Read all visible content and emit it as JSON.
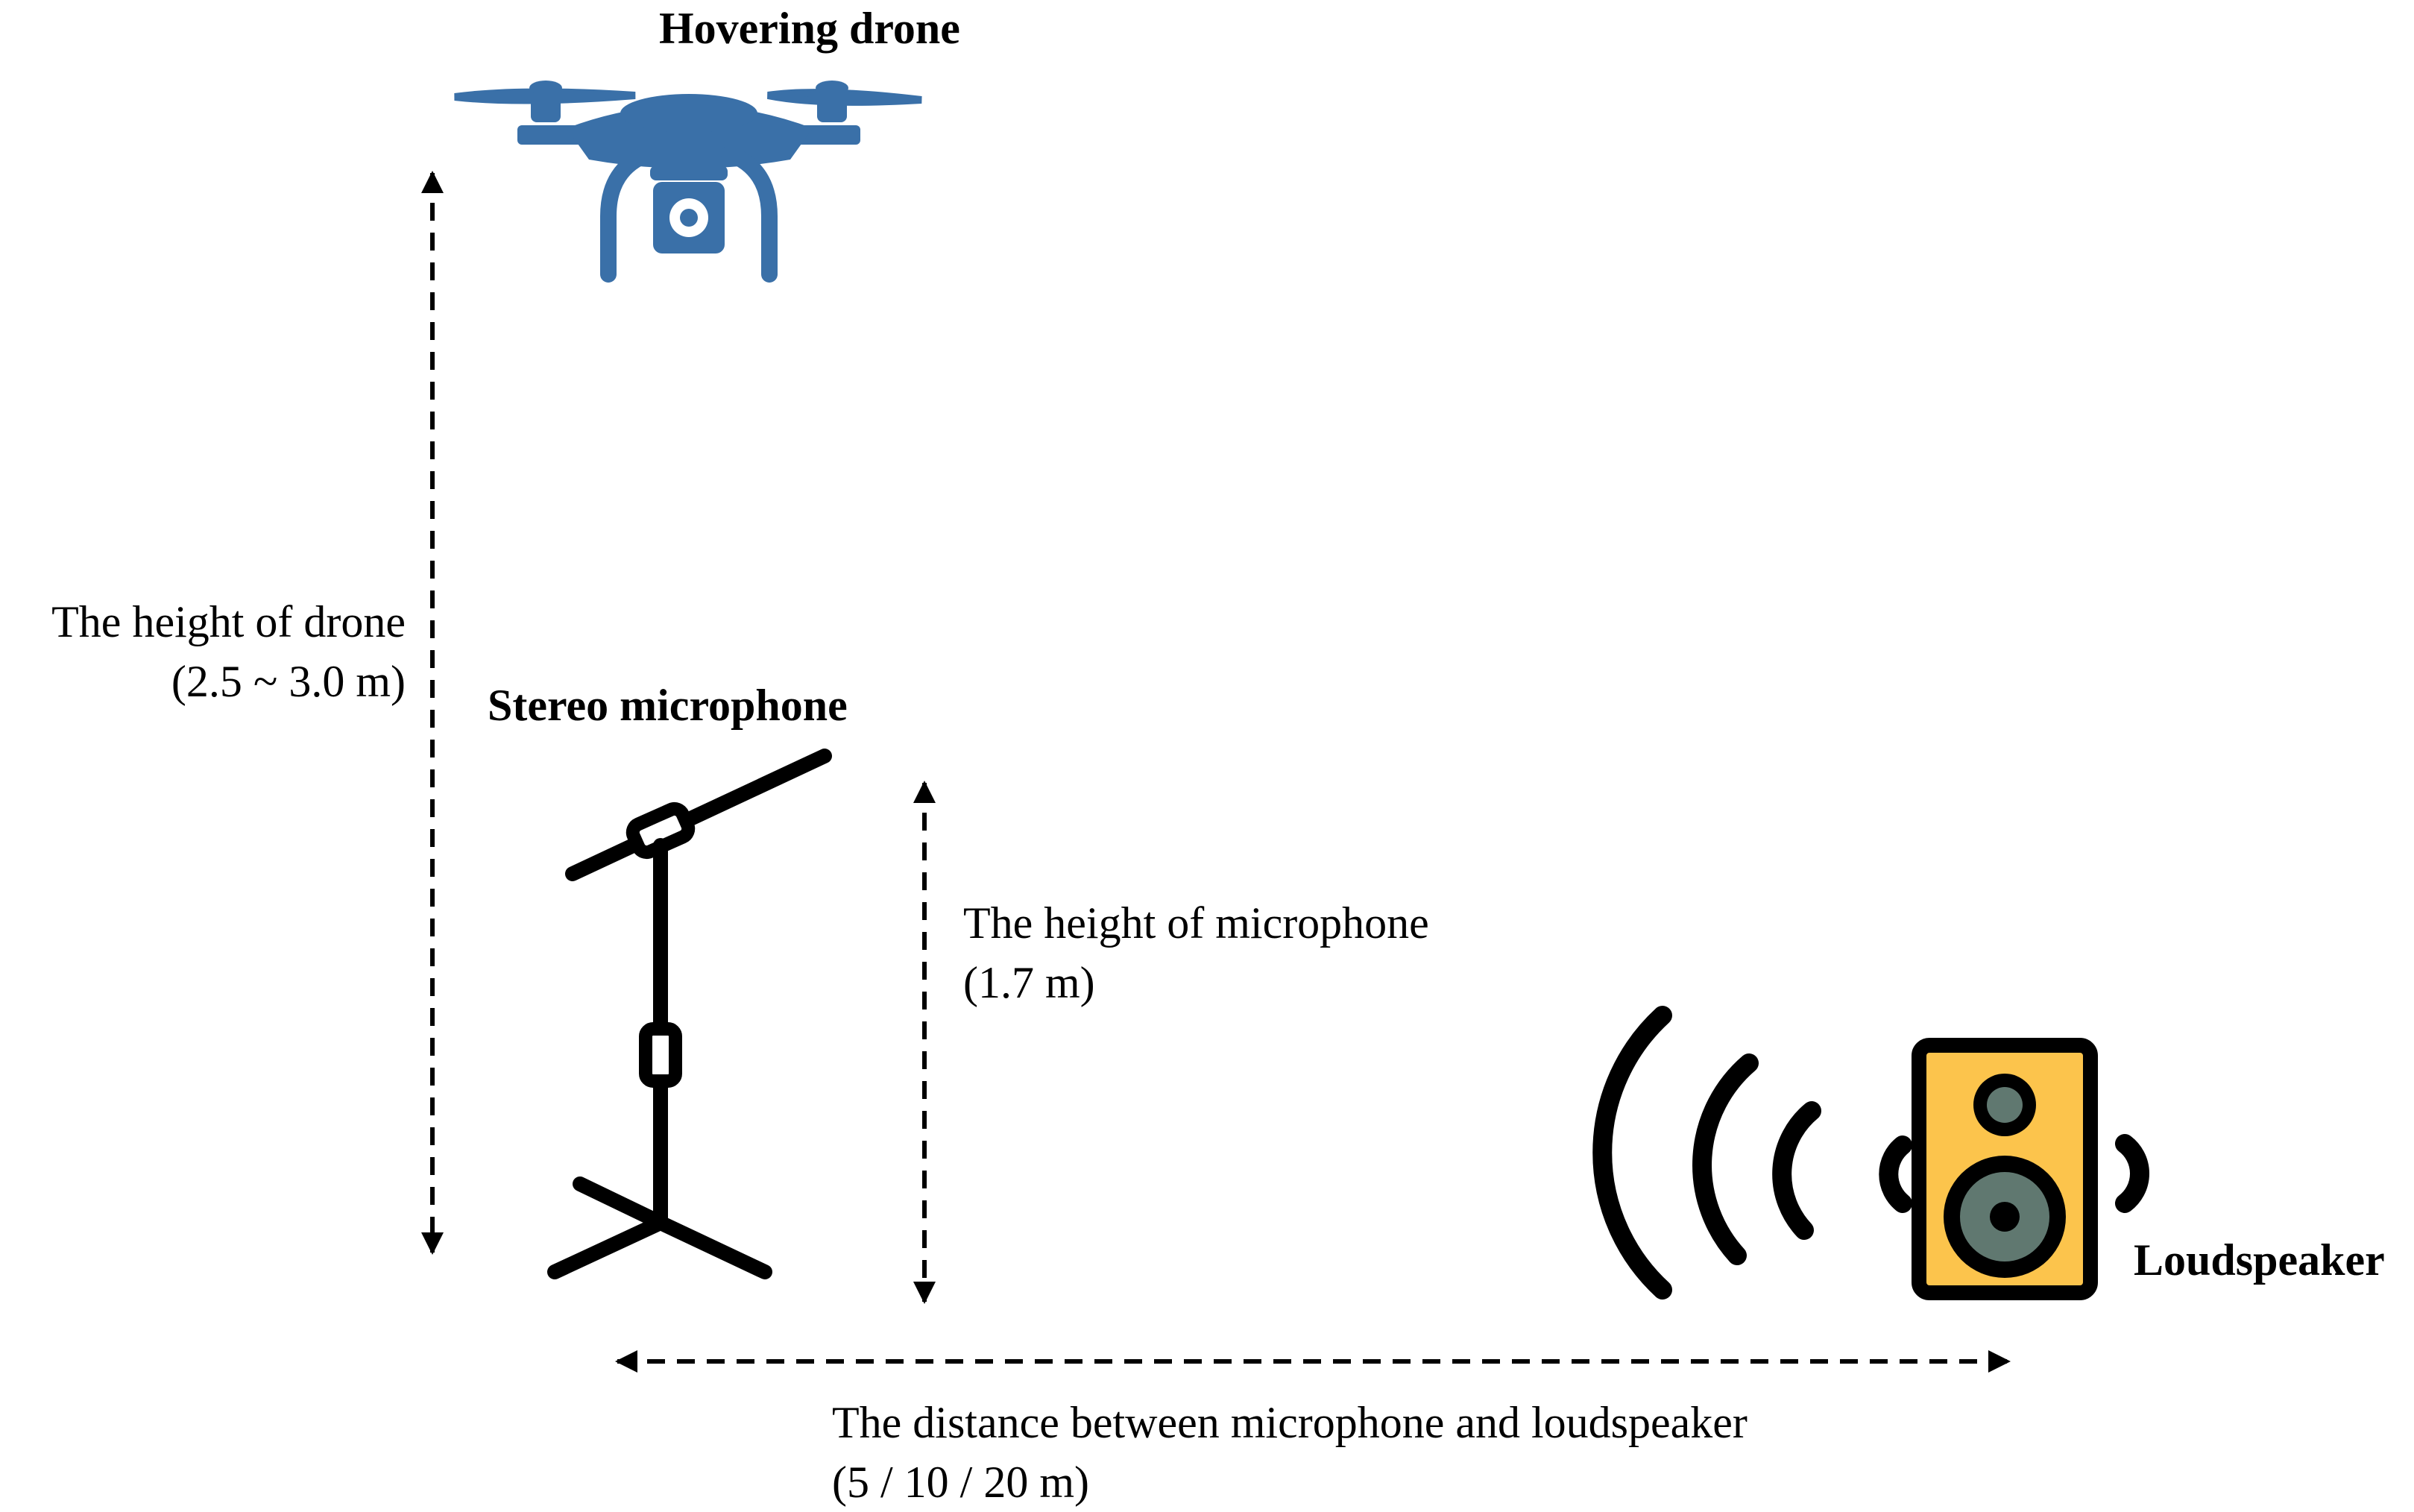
{
  "labels": {
    "drone": "Hovering drone",
    "microphone": "Stereo microphone",
    "loudspeaker": "Loudspeaker"
  },
  "dimensions": {
    "drone_height": {
      "line1": "The height of drone",
      "line2": "(2.5 ~ 3.0 m)"
    },
    "mic_height": {
      "line1": "The height of microphone",
      "line2": "(1.7 m)"
    },
    "distance": {
      "line1": "The distance between microphone and loudspeaker",
      "line2": "(5 / 10 / 20 m)"
    }
  },
  "colors": {
    "drone": "#3a70a8",
    "speaker_body": "#fcc44c",
    "speaker_cone": "#607870",
    "ink": "#000000"
  }
}
